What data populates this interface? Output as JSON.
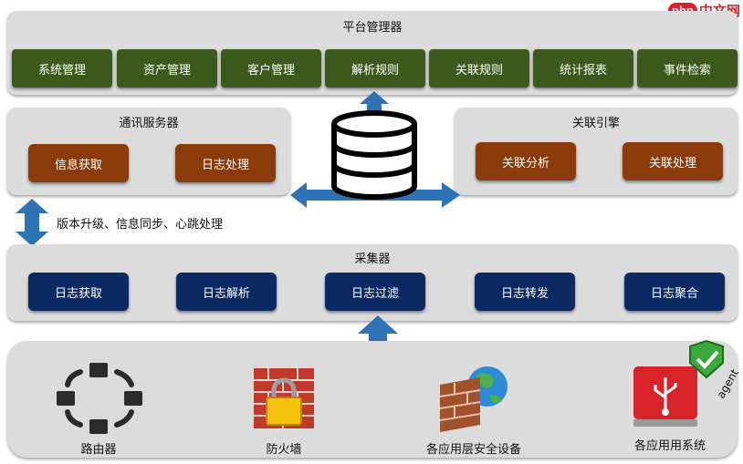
{
  "watermark": {
    "badge": "php",
    "text": "中文网"
  },
  "platform_manager": {
    "title": "平台管理器",
    "items": [
      "系统管理",
      "资产管理",
      "客户管理",
      "解析规则",
      "关联规则",
      "统计报表",
      "事件检索"
    ]
  },
  "comm_server": {
    "title": "通讯服务器",
    "items": [
      "信息获取",
      "日志处理"
    ]
  },
  "correlation_engine": {
    "title": "关联引擎",
    "items": [
      "关联分析",
      "关联处理"
    ]
  },
  "sync_note": "版本升级、信息同步、心跳处理",
  "collector": {
    "title": "采集器",
    "items": [
      "日志获取",
      "日志解析",
      "日志过滤",
      "日志转发",
      "日志聚合"
    ]
  },
  "sources": {
    "items": [
      {
        "label": "路由器",
        "icon": "router-icon"
      },
      {
        "label": "防火墙",
        "icon": "firewall-lock-icon"
      },
      {
        "label": "各应用层安全设备",
        "icon": "security-device-icon"
      },
      {
        "label": "各应用用系统",
        "icon": "usb-agent-icon"
      }
    ],
    "agent_label": "agent"
  },
  "colors": {
    "panel": "#dcdcdc",
    "green": "#3c5a1c",
    "brown": "#8b3a0a",
    "navy": "#0b2a63",
    "arrow": "#2e74b5"
  }
}
